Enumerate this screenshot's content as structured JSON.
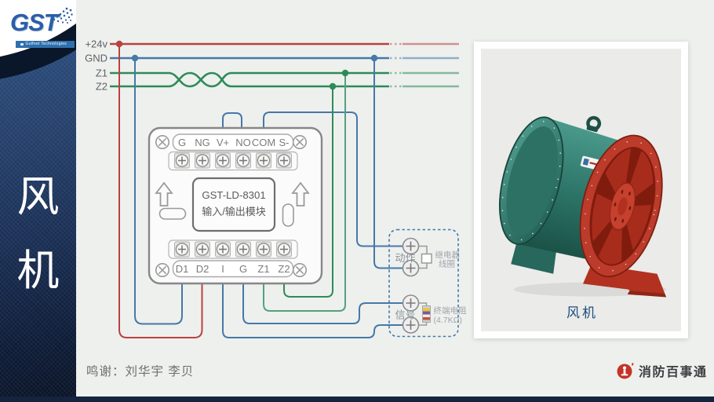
{
  "sidebar": {
    "logo_text": "GST",
    "logo_tagline": "Gulfnet Technologies",
    "title_chars": [
      "风",
      "机"
    ]
  },
  "bus": {
    "labels": [
      "+24v",
      "GND",
      "Z1",
      "Z2"
    ]
  },
  "module": {
    "model": "GST-LD-8301",
    "name": "输入/输出模块",
    "top_terminals": [
      "G",
      "NG",
      "V+",
      "NO",
      "COM",
      "S-"
    ],
    "bottom_terminals": [
      "D1",
      "D2",
      "I",
      "G",
      "Z1",
      "Z2"
    ]
  },
  "groups": {
    "action": {
      "label": "动作",
      "component": [
        "继电器",
        "线圈"
      ]
    },
    "signal": {
      "label": "信号",
      "component": [
        "终端电阻",
        "(4.7KΩ)"
      ]
    }
  },
  "fan_panel": {
    "caption": "风机"
  },
  "footer": {
    "credit": "鸣谢：刘华宇 李贝",
    "brand": "消防百事通"
  },
  "colors": {
    "red": "#b8433f",
    "blue": "#4678a8",
    "green": "#2e8b57",
    "green_light": "#55a17c",
    "navy": "#16233e",
    "caption_blue": "#1c4f7d"
  }
}
